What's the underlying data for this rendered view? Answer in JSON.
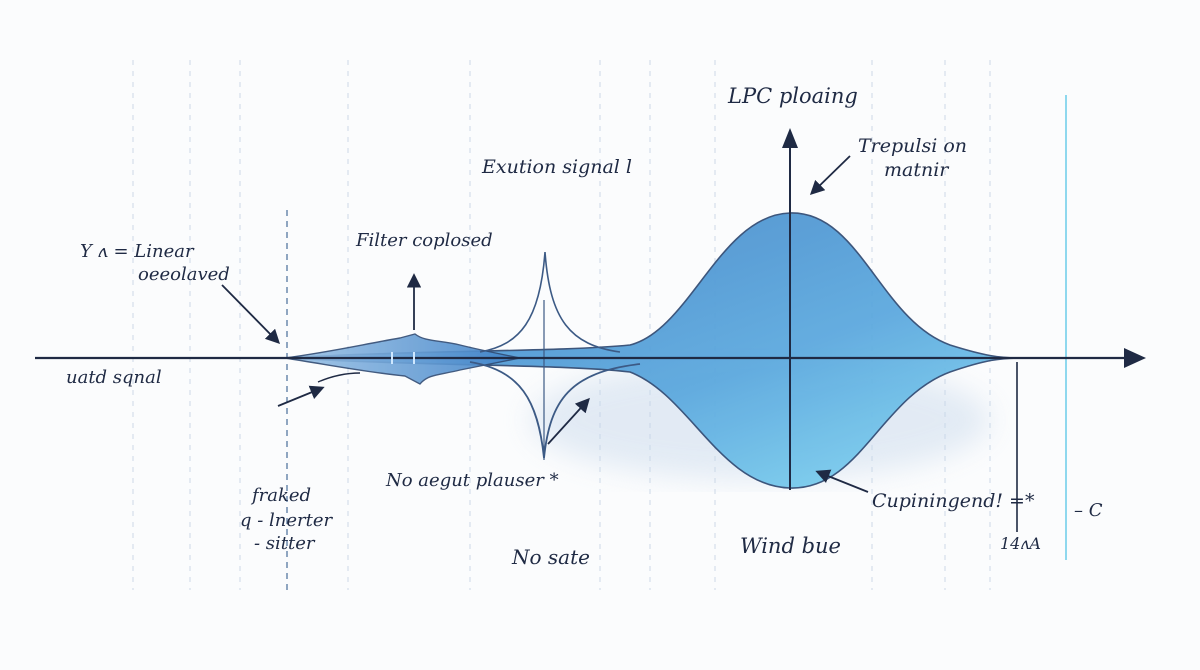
{
  "labels": {
    "lpc": "LPC ploaing",
    "impulse_line1": "Trepulsi on",
    "impulse_line2": "matnir",
    "excitation": "Exution signal l",
    "filter": "Filter coplosed",
    "linear_line1": "Y ʌ = Linear",
    "linear_line2": "oeeolaved",
    "input_signal": "uatd sqnal",
    "output_point": "No aegut plauser *",
    "faked_line1": "fraked",
    "faked_line2": "q - lnerter",
    "faked_line3": "- sitter",
    "no_state": "No sate",
    "wind": "Wind bue",
    "coupling": "Cupiningend! =*",
    "right_a": "14ʌA",
    "right_c": "– C"
  },
  "colors": {
    "ink": "#1f2a44",
    "fill_start": "#4f8fcf",
    "fill_end": "#7fd0f0",
    "guide": "#c9d6e6"
  }
}
